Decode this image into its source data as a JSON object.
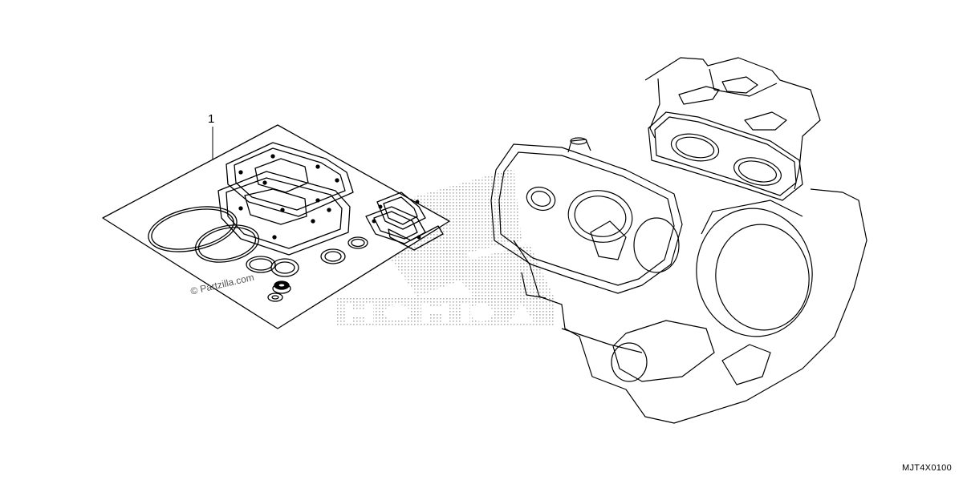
{
  "diagram": {
    "callouts": [
      {
        "number": "1"
      }
    ],
    "watermark_text": "© Partzilla.com",
    "diagram_code": "MJT4X0100"
  }
}
